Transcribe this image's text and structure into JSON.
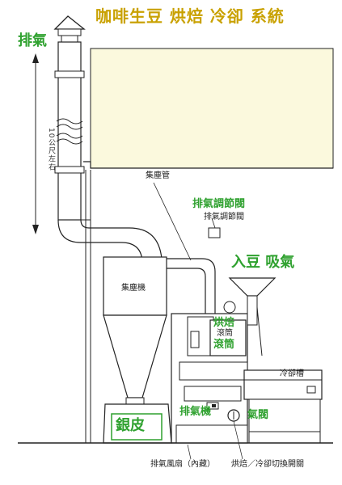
{
  "title": "咖啡生豆 烘焙 冷卻 系統",
  "labels": {
    "exhaust": "排氣",
    "distance": "10公尺左右",
    "dust_pipe": "集塵管",
    "damper_green": "排氣調節閥",
    "damper_black": "排氣調節閥",
    "bean_intake": "入豆 吸氣",
    "dust_collector": "集塵機",
    "roast_green": "烘焙",
    "drum_black": "滾筒",
    "drum_green": "滾筒",
    "cooling_tray": "冷卻槽",
    "chaff": "銀皮",
    "exhaust_fan_green": "排氣機",
    "air_valve": "氣閥",
    "exhaust_fan_black": "排氣風扇（內藏）",
    "switch_black": "烘焙／冷卻切換開關"
  },
  "colors": {
    "title": "#c9a100",
    "label_green": "#2fa12f",
    "panel": "#fbf9dd",
    "line": "#222222",
    "pipe_fill": "#ffffff"
  }
}
